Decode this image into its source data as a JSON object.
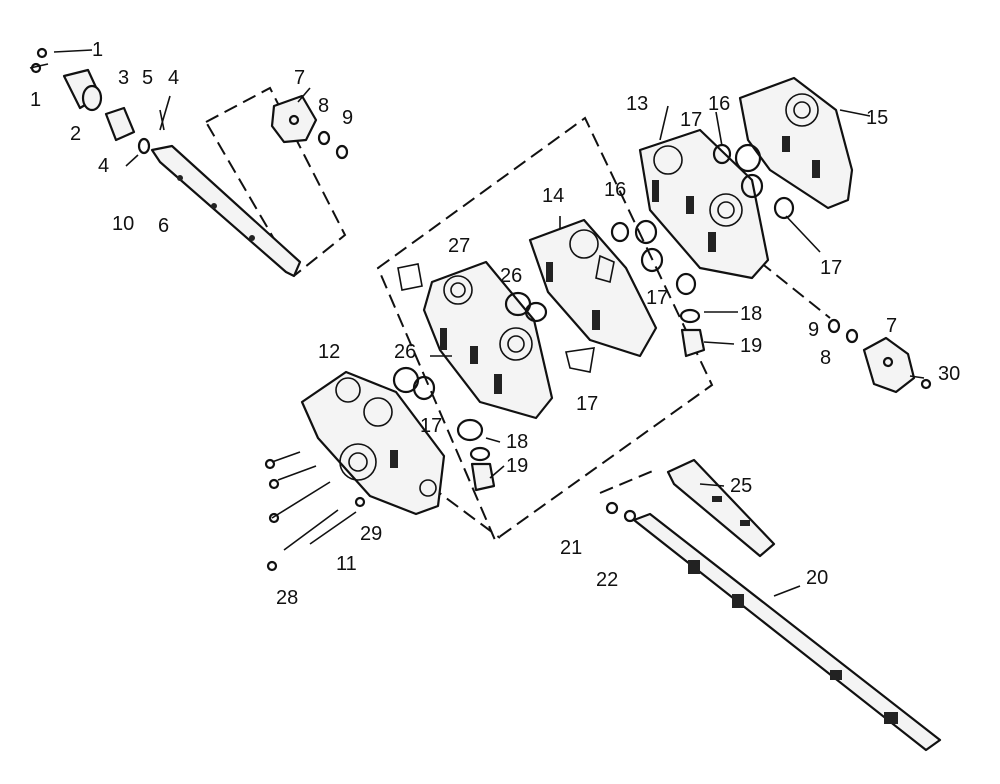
{
  "diagram": {
    "labels": {
      "l1a": "1",
      "l1b": "1",
      "l2": "2",
      "l3": "3",
      "l5": "5",
      "l4a": "4",
      "l4b": "4",
      "l10": "10",
      "l6": "6",
      "l7a": "7",
      "l8a": "8",
      "l9a": "9",
      "l13": "13",
      "l17a": "17",
      "l16a": "16",
      "l15": "15",
      "l16b": "16",
      "l17b": "17",
      "l14": "14",
      "l27": "27",
      "l26a": "26",
      "l17c": "17",
      "l18a": "18",
      "l19a": "19",
      "l9b": "9",
      "l8b": "8",
      "l7b": "7",
      "l30": "30",
      "l12": "12",
      "l26b": "26",
      "l17d": "17",
      "l17e": "17",
      "l18b": "18",
      "l19b": "19",
      "l25": "25",
      "l21": "21",
      "l22": "22",
      "l20": "20",
      "l29": "29",
      "l11": "11",
      "l28": "28"
    }
  }
}
